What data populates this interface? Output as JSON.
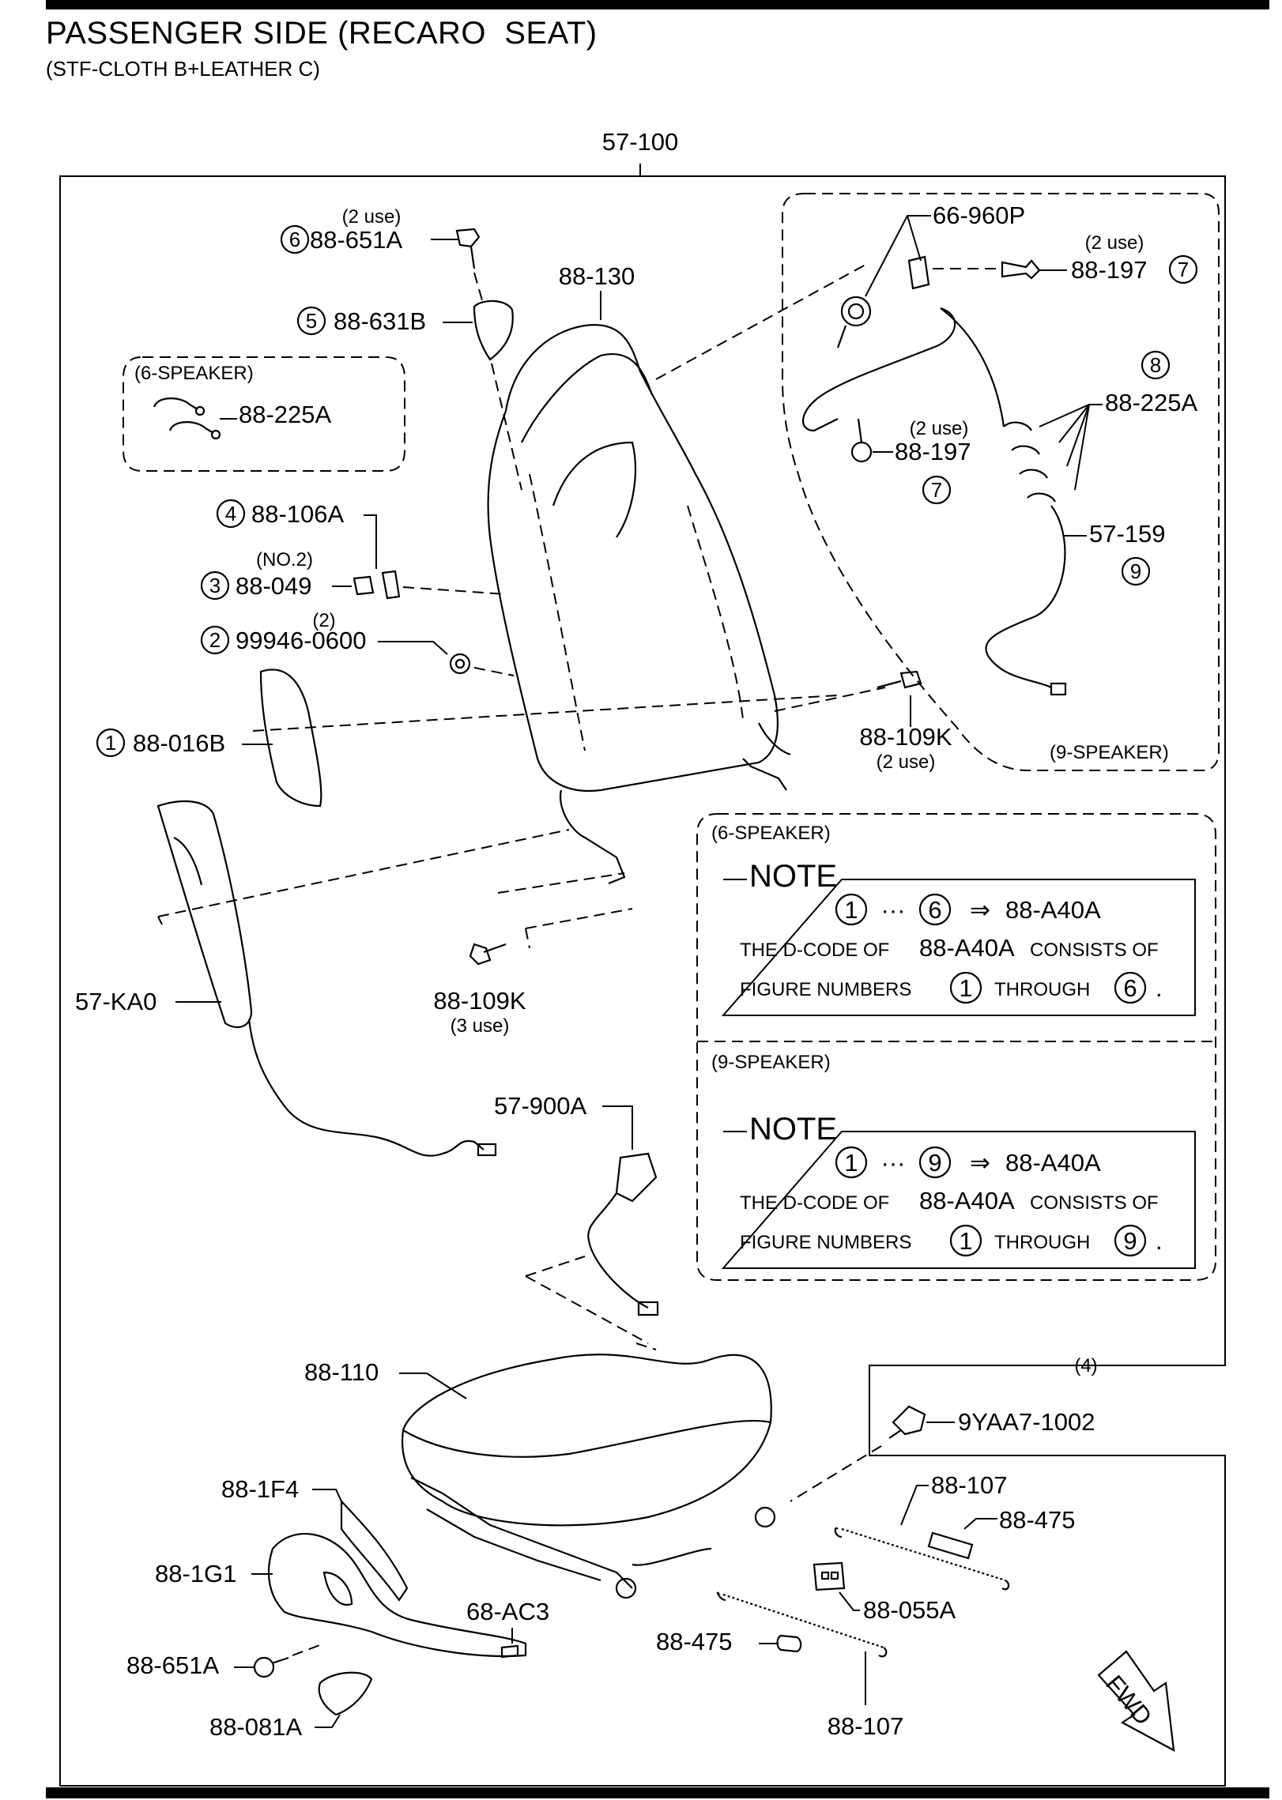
{
  "header": {
    "title": "PASSENGER SIDE (RECARO  SEAT)",
    "subtitle": "(STF-CLOTH B+LEATHER C)"
  },
  "labels": {
    "assy": "57-100",
    "back_frame": "88-130",
    "screw_top": "88-651A",
    "screw_top_use": "(2 use)",
    "cover_top": "88-631B",
    "clip_6spk": "88-225A",
    "group_6spk": "(6-SPEAKER)",
    "clip_88106a": "88-106A",
    "nut_no2": "(NO.2)",
    "nut_88049": "88-049",
    "qty2": "(2)",
    "bolt_99946": "99946-0600",
    "trim_88016b": "88-016B",
    "side_airbag": "57-KA0",
    "speaker_66960p": "66-960P",
    "screw_88197_a": "88-197",
    "screw_88197_a_use": "(2 use)",
    "screw_88197_b": "88-197",
    "screw_88197_b_use": "(2 use)",
    "clip_9spk": "88-225A",
    "harness_57159": "57-159",
    "group_9spk": "(9-SPEAKER)",
    "bolt_88109k_a": "88-109K",
    "bolt_88109k_a_use": "(2 use)",
    "bolt_88109k_b": "88-109K",
    "bolt_88109k_b_use": "(3 use)",
    "buckle_57900a": "57-900A",
    "cushion_88110": "88-110",
    "bolt_9yaa7_qty": "(4)",
    "bolt_9yaa7": "9YAA7-1002",
    "trim_881f4": "88-1F4",
    "trim_881g1": "88-1G1",
    "screw_88651a_b": "88-651A",
    "knob_88081a": "88-081A",
    "clip_68ac3": "68-AC3",
    "spring_88107_a": "88-107",
    "spring_88107_b": "88-107",
    "pipe_88475_a": "88-475",
    "pipe_88475_b": "88-475",
    "conn_88055a": "88-055A"
  },
  "circles": {
    "c1": "1",
    "c2": "2",
    "c3": "3",
    "c4": "4",
    "c5": "5",
    "c6": "6",
    "c7a": "7",
    "c7b": "7",
    "c8": "8",
    "c9": "9"
  },
  "note6": {
    "group": "(6-SPEAKER)",
    "heading": "NOTE",
    "from": "1",
    "dots": "···",
    "to": "6",
    "arrow": "⇒",
    "code": "88-A40A",
    "line1a": "THE D-CODE OF",
    "line1b": "88-A40A",
    "line1c": "CONSISTS OF",
    "line2a": "FIGURE NUMBERS",
    "line2b": "1",
    "line2c": "THROUGH",
    "line2d": "6",
    "period": "."
  },
  "note9": {
    "group": "(9-SPEAKER)",
    "heading": "NOTE",
    "from": "1",
    "dots": "···",
    "to": "9",
    "arrow": "⇒",
    "code": "88-A40A",
    "line1a": "THE D-CODE OF",
    "line1b": "88-A40A",
    "line1c": "CONSISTS OF",
    "line2a": "FIGURE NUMBERS",
    "line2b": "1",
    "line2c": "THROUGH",
    "line2d": "9",
    "period": "."
  },
  "fwd": "FWD"
}
